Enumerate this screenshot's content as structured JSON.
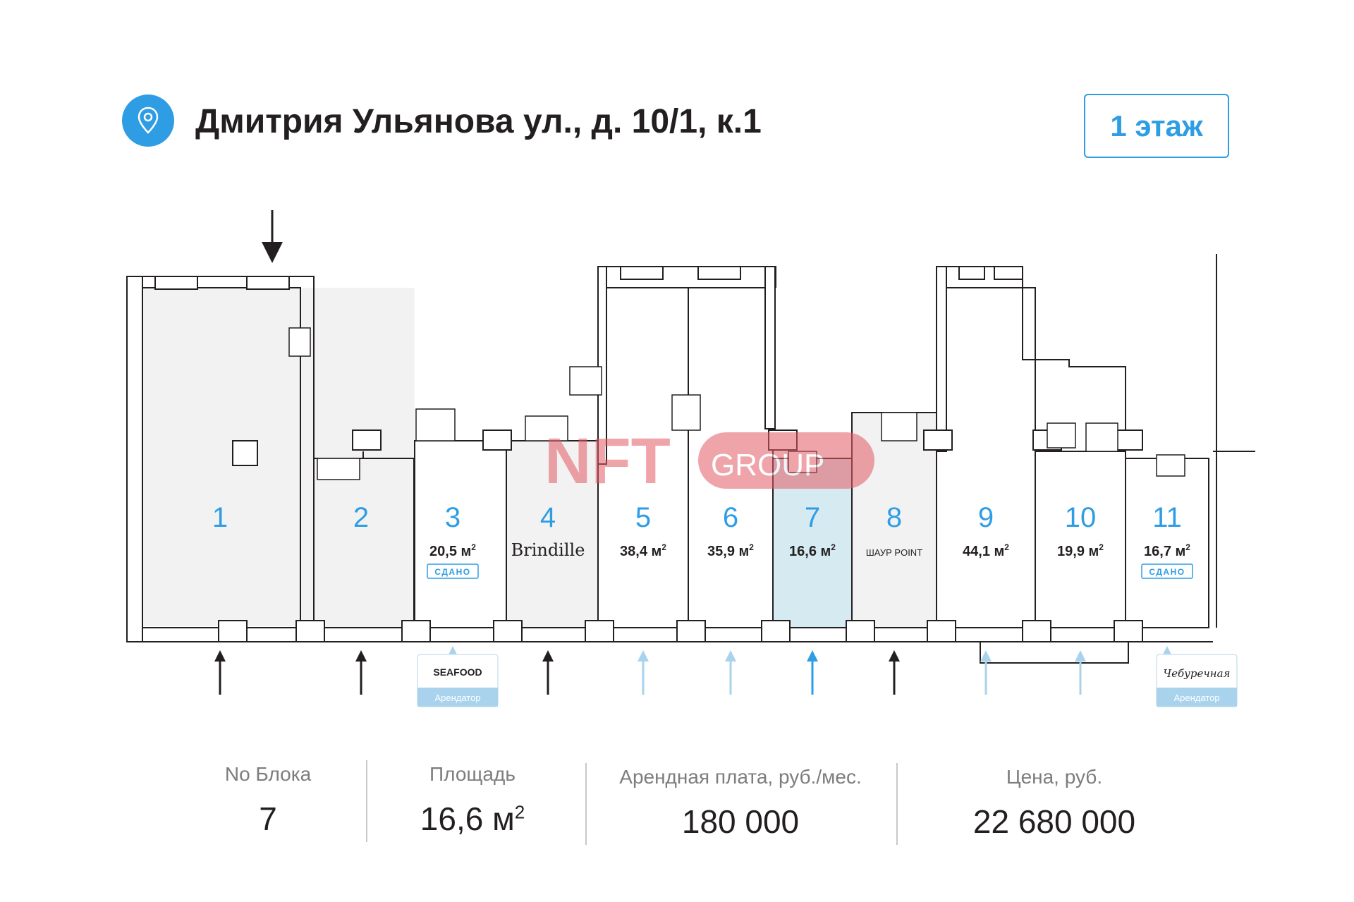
{
  "header": {
    "address": "Дмитрия Ульянова ул., д. 10/1, к.1",
    "floor_button": "1 этаж",
    "pin_icon": "location-pin-icon",
    "accent_color": "#2e9de4"
  },
  "watermark": {
    "text": "NFT",
    "suffix": "GROUP",
    "color": "#e35b66"
  },
  "blocks": [
    {
      "number": "1",
      "area": "",
      "tenant": "",
      "status": ""
    },
    {
      "number": "2",
      "area": "",
      "tenant": "",
      "status": ""
    },
    {
      "number": "3",
      "area": "20,5 м",
      "tenant": "",
      "status": "СДАНО"
    },
    {
      "number": "4",
      "area": "",
      "tenant": "Brindille",
      "status": ""
    },
    {
      "number": "5",
      "area": "38,4 м",
      "tenant": "",
      "status": ""
    },
    {
      "number": "6",
      "area": "35,9 м",
      "tenant": "",
      "status": ""
    },
    {
      "number": "7",
      "area": "16,6 м",
      "tenant": "",
      "status": ""
    },
    {
      "number": "8",
      "area": "",
      "tenant": "ШАУР POINT",
      "status": ""
    },
    {
      "number": "9",
      "area": "44,1 м",
      "tenant": "",
      "status": ""
    },
    {
      "number": "10",
      "area": "19,9 м",
      "tenant": "",
      "status": ""
    },
    {
      "number": "11",
      "area": "16,7 м",
      "tenant": "",
      "status": "СДАНО"
    }
  ],
  "area_superscript": "2",
  "tenant_badges": [
    {
      "logo_text": "SEAFOOD",
      "label": "Арендатор"
    },
    {
      "logo_text": "Чебуречная",
      "label": "Арендатор"
    }
  ],
  "selected_block": "7",
  "colors": {
    "wall": "#ffffff",
    "wall_stroke": "#231f20",
    "occupied_fill": "#f2f2f2",
    "selected_fill": "#d6ebf1",
    "free_arrow": "#a9d3ec",
    "selected_arrow": "#2e9de4",
    "occupied_arrow": "#231f20"
  },
  "info": {
    "block_label": "No Блока",
    "block_value": "7",
    "area_label": "Площадь",
    "area_value": "16,6 м",
    "area_sup": "2",
    "rent_label": "Арендная плата, руб./мес.",
    "rent_value": "180 000",
    "price_label": "Цена, руб.",
    "price_value": "22 680 000"
  }
}
